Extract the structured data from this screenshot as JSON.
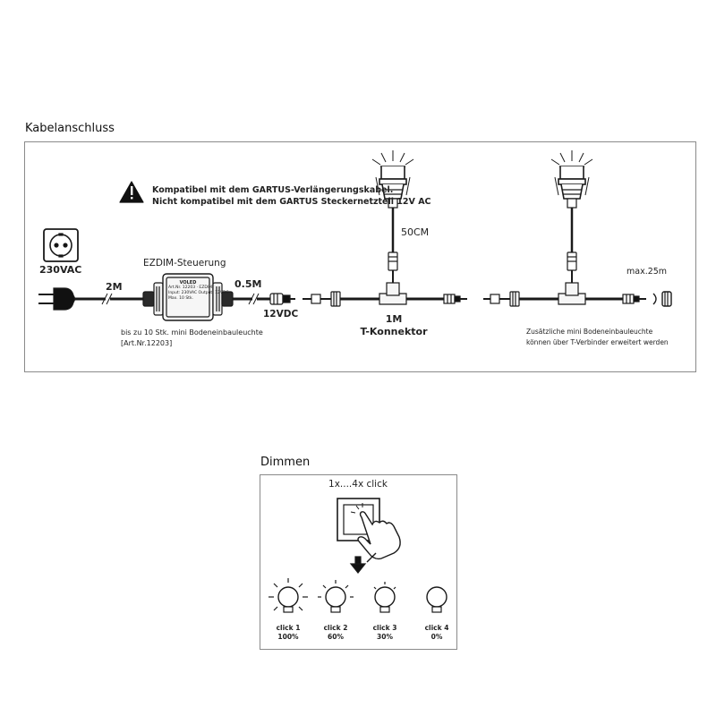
{
  "section1": {
    "title": "Kabelanschluss",
    "warning": {
      "line1": "Kompatibel mit dem GARTUS-Verlängerungskabel.",
      "line2": "Nicht kompatibel mit dem GARTUS Steckernetzteil 12V AC"
    },
    "socket_label": "230VAC",
    "cable_2m": "2M",
    "controller_title": "EZDIM-Steuerung",
    "controller_brand": "VOLED",
    "controller_specs": [
      "Art.Nr. 12203 · EZDIM",
      "Input: 230VAC   Output: 12VDC",
      "Max. 10 Stk."
    ],
    "cable_05m": "0.5M",
    "output_voltage": "12VDC",
    "capacity_note": "bis zu 10 Stk. mini Bodeneinbauleuchte",
    "article_note": "[Art.Nr.12203]",
    "lamp_cable": "50CM",
    "t_connector_length": "1M",
    "t_connector_label": "T-Konnektor",
    "max_length": "max.25m",
    "extension_note": {
      "line1": "Zusätzliche mini Bodeneinbauleuchte",
      "line2": "können über T-Verbinder erweitert werden"
    }
  },
  "section2": {
    "title": "Dimmen",
    "click_instruction": "1x....4x click",
    "steps": [
      {
        "click": "click 1",
        "level": "100%"
      },
      {
        "click": "click 2",
        "level": "60%"
      },
      {
        "click": "click 3",
        "level": "30%"
      },
      {
        "click": "click 4",
        "level": "0%"
      }
    ]
  },
  "colors": {
    "line": "#1a1a1a",
    "frame": "#8a8a8a",
    "fill_light": "#f2f2f2"
  }
}
